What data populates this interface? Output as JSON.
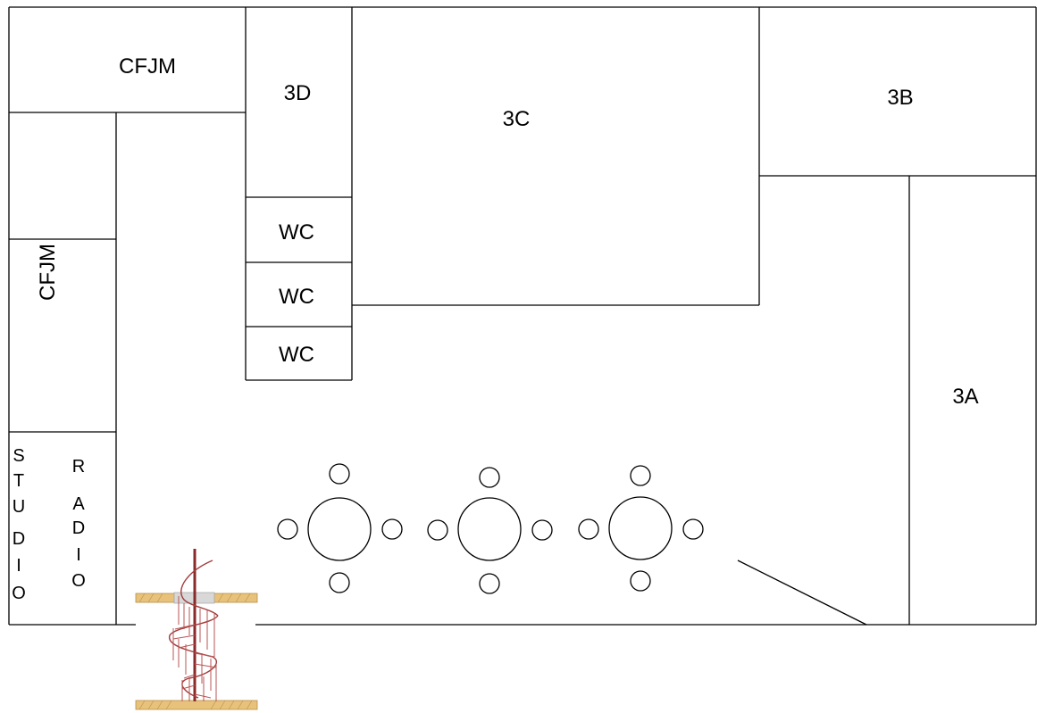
{
  "rooms": {
    "cfjm_top": "CFJM",
    "cfjm_side": "CFJM",
    "room_3d": "3D",
    "room_3c": "3C",
    "room_3b": "3B",
    "room_3a": "3A",
    "wc_1": "WC",
    "wc_2": "WC",
    "wc_3": "WC"
  },
  "studio_radio": {
    "studio_letters": [
      "S",
      "T",
      "U",
      "D",
      "I",
      "O"
    ],
    "radio_letters": [
      "R",
      "A",
      "D",
      "I",
      "O"
    ]
  },
  "furniture": {
    "table_count": 3,
    "chairs_per_table": 4
  },
  "icons": {
    "staircase": "spiral-staircase-icon"
  }
}
